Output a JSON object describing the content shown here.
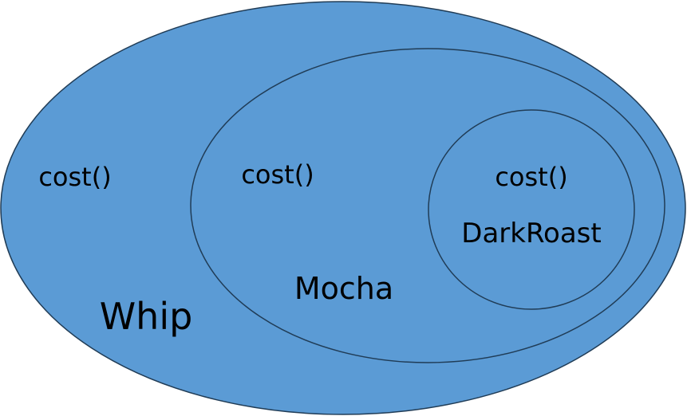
{
  "colors": {
    "fill": "#5B9BD5",
    "stroke": "#203C56",
    "text": "#000000"
  },
  "layers": [
    {
      "name": "Whip",
      "method": "cost()"
    },
    {
      "name": "Mocha",
      "method": "cost()"
    },
    {
      "name": "DarkRoast",
      "method": "cost()"
    }
  ]
}
